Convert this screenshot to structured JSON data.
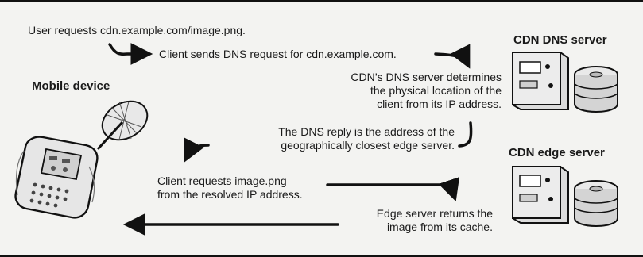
{
  "titles": {
    "mobile_device": "Mobile device",
    "cdn_dns_server": "CDN DNS server",
    "cdn_edge_server": "CDN edge server"
  },
  "steps": {
    "step1": "User requests cdn.example.com/image.png.",
    "step2": "Client sends DNS request for cdn.example.com.",
    "step3": [
      "CDN’s DNS server determines",
      "the physical location of the",
      "client from its IP address."
    ],
    "step4": [
      "The DNS reply is the address of the",
      "geographically closest edge server."
    ],
    "step5": [
      "Client requests image.png",
      "from the resolved IP address."
    ],
    "step6": [
      "Edge server returns the",
      "image from its cache."
    ]
  }
}
